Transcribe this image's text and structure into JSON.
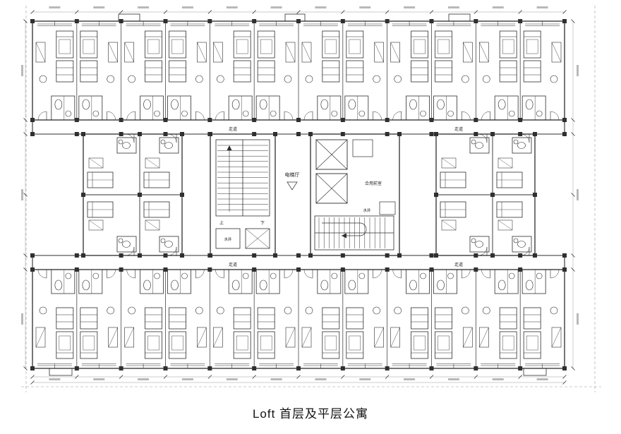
{
  "caption": "Loft 首层及平层公寓",
  "plan": {
    "colors": {
      "ink": "#2d2d2d",
      "light": "#9b9b9b",
      "column": "#303030",
      "bg": "#ffffff"
    },
    "top_band_units": 12,
    "bottom_band_units": 12,
    "labels": {
      "corridor": "走道",
      "elevator_hall": "电梯厅",
      "shared_lobby": "合用前室",
      "water_shaft": "水井",
      "up": "上",
      "down": "下"
    }
  }
}
